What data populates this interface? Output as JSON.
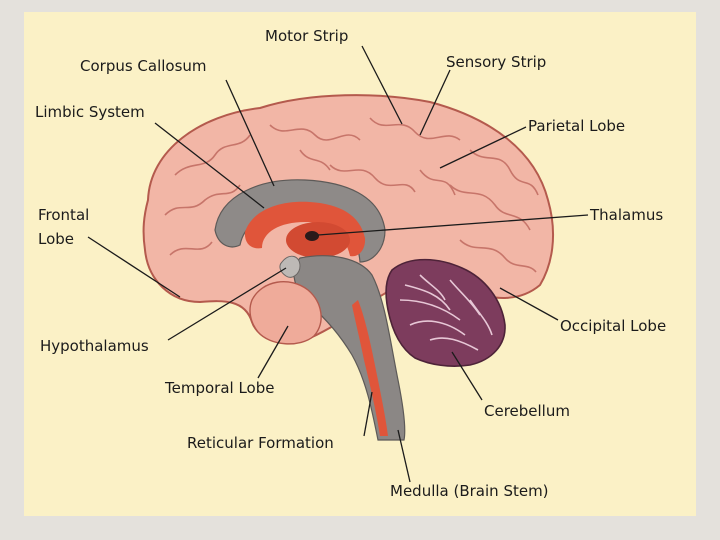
{
  "labels": {
    "motor_strip": "Motor Strip",
    "corpus_callosum": "Corpus Callosum",
    "sensory_strip": "Sensory Strip",
    "limbic_system": "Limbic System",
    "parietal_lobe": "Parietal Lobe",
    "frontal_lobe_line1": "Frontal",
    "frontal_lobe_line2": "Lobe",
    "thalamus": "Thalamus",
    "occipital_lobe": "Occipital Lobe",
    "hypothalamus": "Hypothalamus",
    "temporal_lobe": "Temporal Lobe",
    "cerebellum": "Cerebellum",
    "reticular_formation": "Reticular Formation",
    "medulla": "Medulla (Brain Stem)"
  },
  "colors": {
    "background": "#e4e1dc",
    "panel": "#fbf1c6",
    "cortex": "#f2b6a6",
    "cortex_outline": "#b45a4d",
    "corpus_callosum": "#8e8a88",
    "limbic": "#e0553a",
    "brainstem": "#8b8785",
    "cerebellum": "#7d3c5d"
  }
}
